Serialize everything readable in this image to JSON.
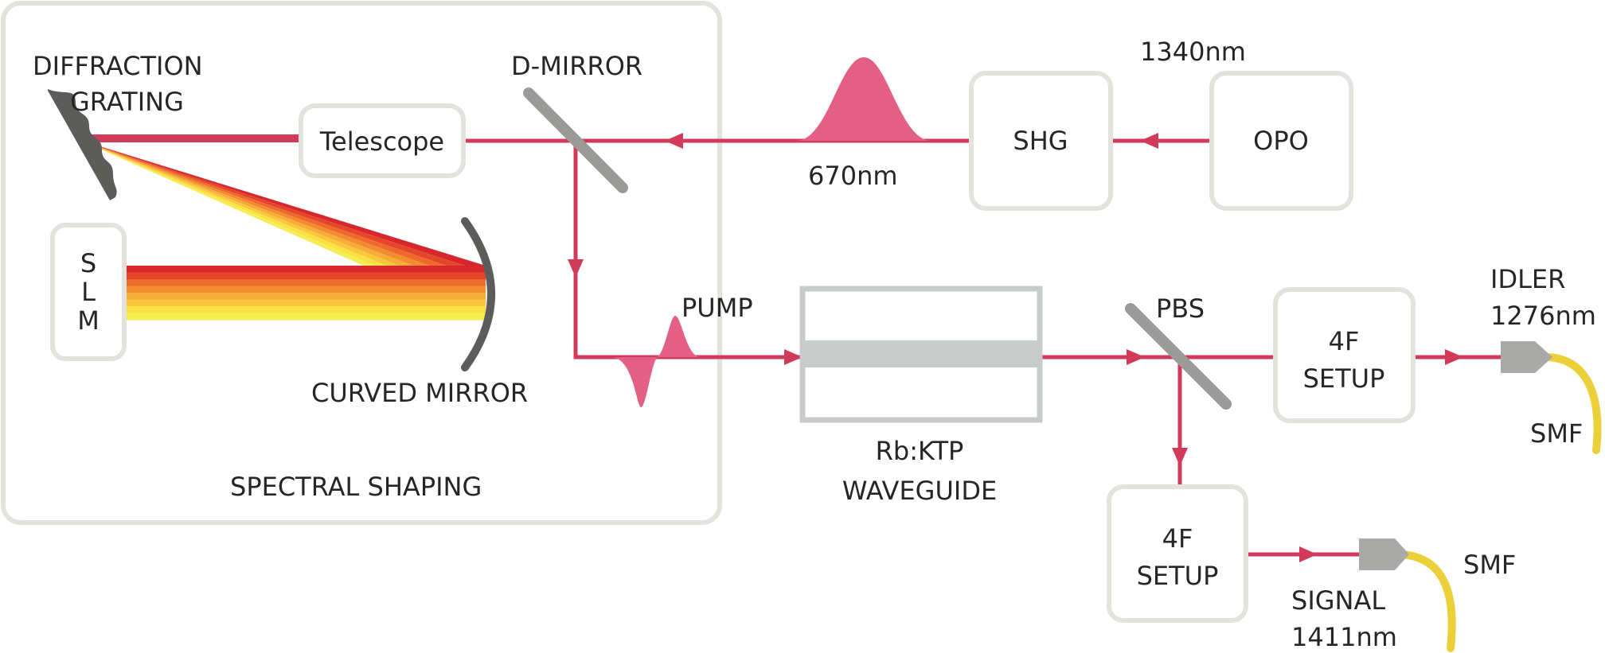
{
  "labels": {
    "diffraction_grating_line1": "DIFFRACTION",
    "diffraction_grating_line2": "GRATING",
    "telescope": "Telescope",
    "d_mirror": "D-MIRROR",
    "slm_s": "S",
    "slm_l": "L",
    "slm_m": "M",
    "curved_mirror": "CURVED MIRROR",
    "spectral_shaping": "SPECTRAL SHAPING",
    "shg": "SHG",
    "opo": "OPO",
    "wl_1340": "1340nm",
    "wl_670": "670nm",
    "pump": "PUMP",
    "waveguide_line1": "Rb:KTP",
    "waveguide_line2": "WAVEGUIDE",
    "pbs": "PBS",
    "setup_4f_idler_line1": "4F",
    "setup_4f_idler_line2": "SETUP",
    "setup_4f_signal_line1": "4F",
    "setup_4f_signal_line2": "SETUP",
    "idler_line1": "IDLER",
    "idler_line2": "1276nm",
    "smf_idler": "SMF",
    "signal_line1": "SIGNAL",
    "signal_line2": "1411nm",
    "smf_signal": "SMF"
  },
  "colors": {
    "beam": "#d23a5a",
    "pulse": "#e35f86",
    "box_border": "#e3e2dc",
    "optic_gray": "#9a9b99",
    "fiber": "#ecd03a",
    "spectrum": [
      "#d7262c",
      "#e5462a",
      "#ee6a2c",
      "#f28c30",
      "#f6ac36",
      "#f9c73c",
      "#fbe044",
      "#f5ee52"
    ]
  },
  "icons": [
    "diffraction-grating-icon",
    "d-mirror-icon",
    "curved-mirror-icon",
    "pbs-icon",
    "fiber-coupler-icon"
  ]
}
